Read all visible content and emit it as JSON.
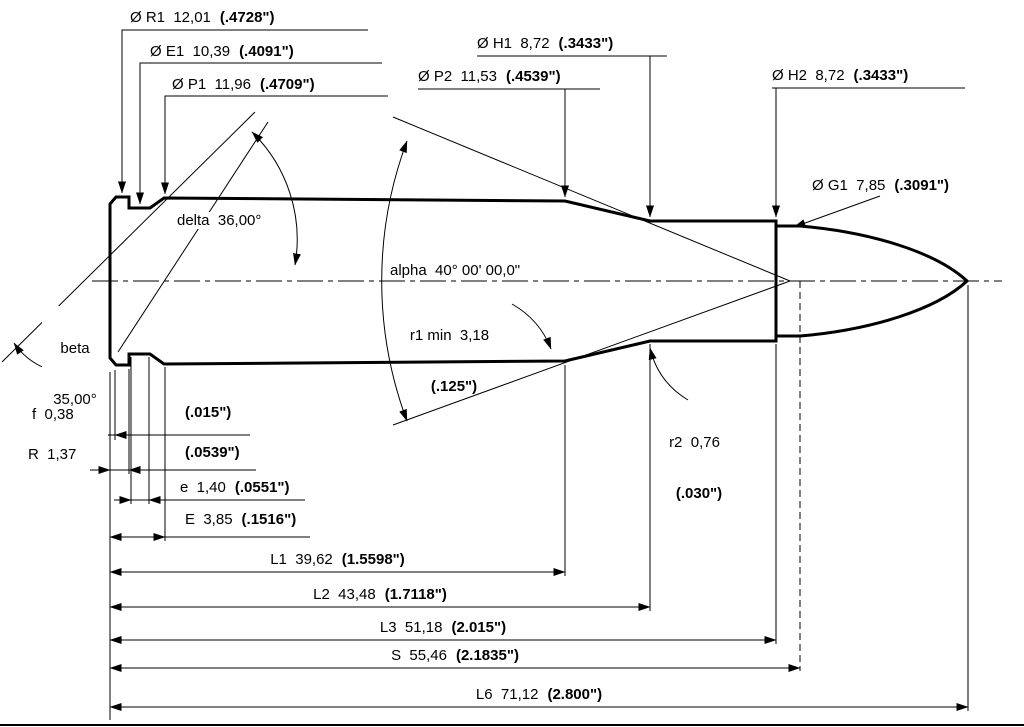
{
  "diameters": {
    "r1": {
      "metric": "Ø R1  12,01",
      "inch": "(.4728\")"
    },
    "e1": {
      "metric": "Ø E1  10,39",
      "inch": "(.4091\")"
    },
    "p1": {
      "metric": "Ø P1  11,96",
      "inch": "(.4709\")"
    },
    "p2": {
      "metric": "Ø P2  11,53",
      "inch": "(.4539\")"
    },
    "h1": {
      "metric": "Ø H1  8,72",
      "inch": "(.3433\")"
    },
    "h2": {
      "metric": "Ø H2  8,72",
      "inch": "(.3433\")"
    },
    "g1": {
      "metric": "Ø G1  7,85",
      "inch": "(.3091\")"
    }
  },
  "angles": {
    "delta": "delta  36,00°",
    "alpha": "alpha  40° 00' 00,0\"",
    "beta_name": "beta",
    "beta_value": "35,00°"
  },
  "radii": {
    "r1min": {
      "metric": "r1 min  3,18",
      "inch": "(.125\")"
    },
    "r2": {
      "metric": "r2  0,76",
      "inch": "(.030\")"
    }
  },
  "head": {
    "f": {
      "metric": "f  0,38",
      "inch": "(.015\")"
    },
    "rim": {
      "metric": "R  1,37",
      "inch": "(.0539\")"
    },
    "e": {
      "metric": "e  1,40",
      "inch": "(.0551\")"
    },
    "E": {
      "metric": "E  3,85",
      "inch": "(.1516\")"
    }
  },
  "lengths": {
    "l1": {
      "metric": "L1  39,62",
      "inch": "(1.5598\")"
    },
    "l2": {
      "metric": "L2  43,48",
      "inch": "(1.7118\")"
    },
    "l3": {
      "metric": "L3  51,18",
      "inch": "(2.015\")"
    },
    "s": {
      "metric": "S  55,46",
      "inch": "(2.1835\")"
    },
    "l6": {
      "metric": "L6  71,12",
      "inch": "(2.800\")"
    }
  }
}
